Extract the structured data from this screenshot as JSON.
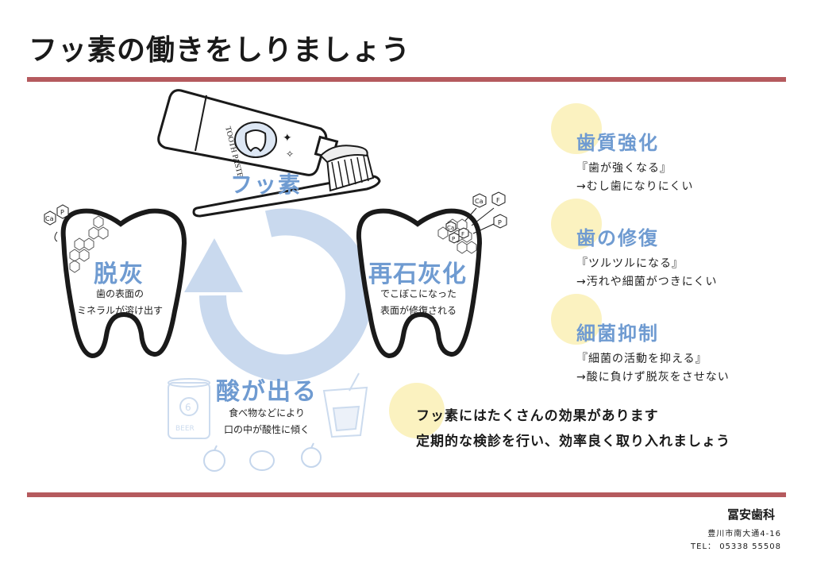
{
  "header": {
    "title": "フッ素の働きをしりましょう"
  },
  "cycle": {
    "fluoride_label": "フッ素",
    "toothpaste_text": "TOOTH PASTE",
    "demineralization": {
      "title": "脱灰",
      "desc_line1": "歯の表面の",
      "desc_line2": "ミネラルが溶け出す"
    },
    "remineralization": {
      "title": "再石灰化",
      "desc_line1": "でこぼこになった",
      "desc_line2": "表面が修復される"
    },
    "acid": {
      "title": "酸が出る",
      "desc_line1": "食べ物などにより",
      "desc_line2": "口の中が酸性に傾く",
      "can_label": "BEER",
      "can_number": "6"
    },
    "ions": {
      "ca": "Ca",
      "p": "P",
      "f": "F"
    }
  },
  "features": [
    {
      "title": "歯質強化",
      "line1": "『歯が強くなる』",
      "line2": "→むし歯になりにくい"
    },
    {
      "title": "歯の修復",
      "line1": "『ツルツルになる』",
      "line2": "→汚れや細菌がつきにくい"
    },
    {
      "title": "細菌抑制",
      "line1": "『細菌の活動を抑える』",
      "line2": "→酸に負けず脱灰をさせない"
    }
  ],
  "summary": {
    "line1": "フッ素にはたくさんの効果があります",
    "line2": "定期的な検診を行い、効率良く取り入れましょう"
  },
  "clinic": {
    "name": "冨安歯科",
    "address": "豊川市南大通4-16",
    "tel": "TEL： 05338 55508"
  },
  "colors": {
    "accent_blue": "#6f9bd1",
    "arrow_blue": "#c9d9ee",
    "rule_red": "#b55a5e",
    "highlight_yellow": "#fbf2c0"
  }
}
